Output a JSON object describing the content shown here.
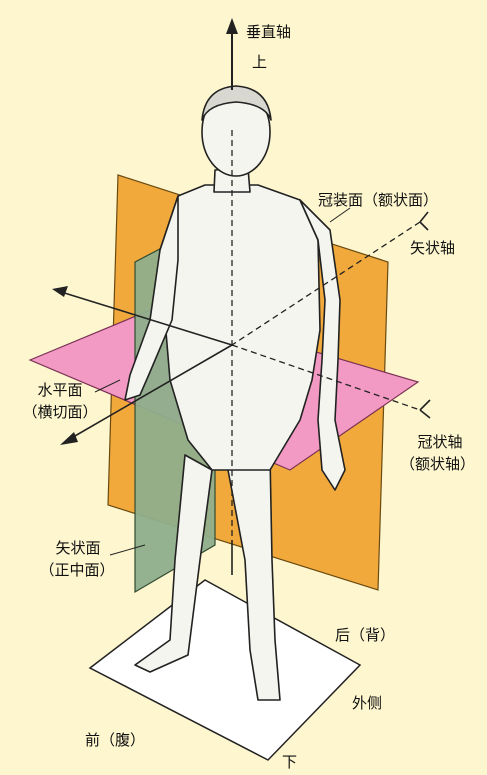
{
  "labels": {
    "vertical_axis": "垂直轴",
    "up": "上",
    "coronal_plane": "冠装面（额状面）",
    "sagittal_axis": "矢状轴",
    "horizontal_plane_1": "水平面",
    "horizontal_plane_2": "（横切面）",
    "coronal_axis_1": "冠状轴",
    "coronal_axis_2": "（额状轴）",
    "sagittal_plane_1": "矢状面",
    "sagittal_plane_2": "（正中面）",
    "posterior": "后（背）",
    "lateral": "外侧",
    "anterior": "前（腹）",
    "down": "下"
  },
  "colors": {
    "background": "#fdf6cf",
    "coronal_plane": "#f2a93b",
    "sagittal_plane": "#8fae8c",
    "horizontal_plane": "#f39ac4",
    "body_fill": "#f5f5f0",
    "base": "#ffffff",
    "outline": "#222222"
  }
}
